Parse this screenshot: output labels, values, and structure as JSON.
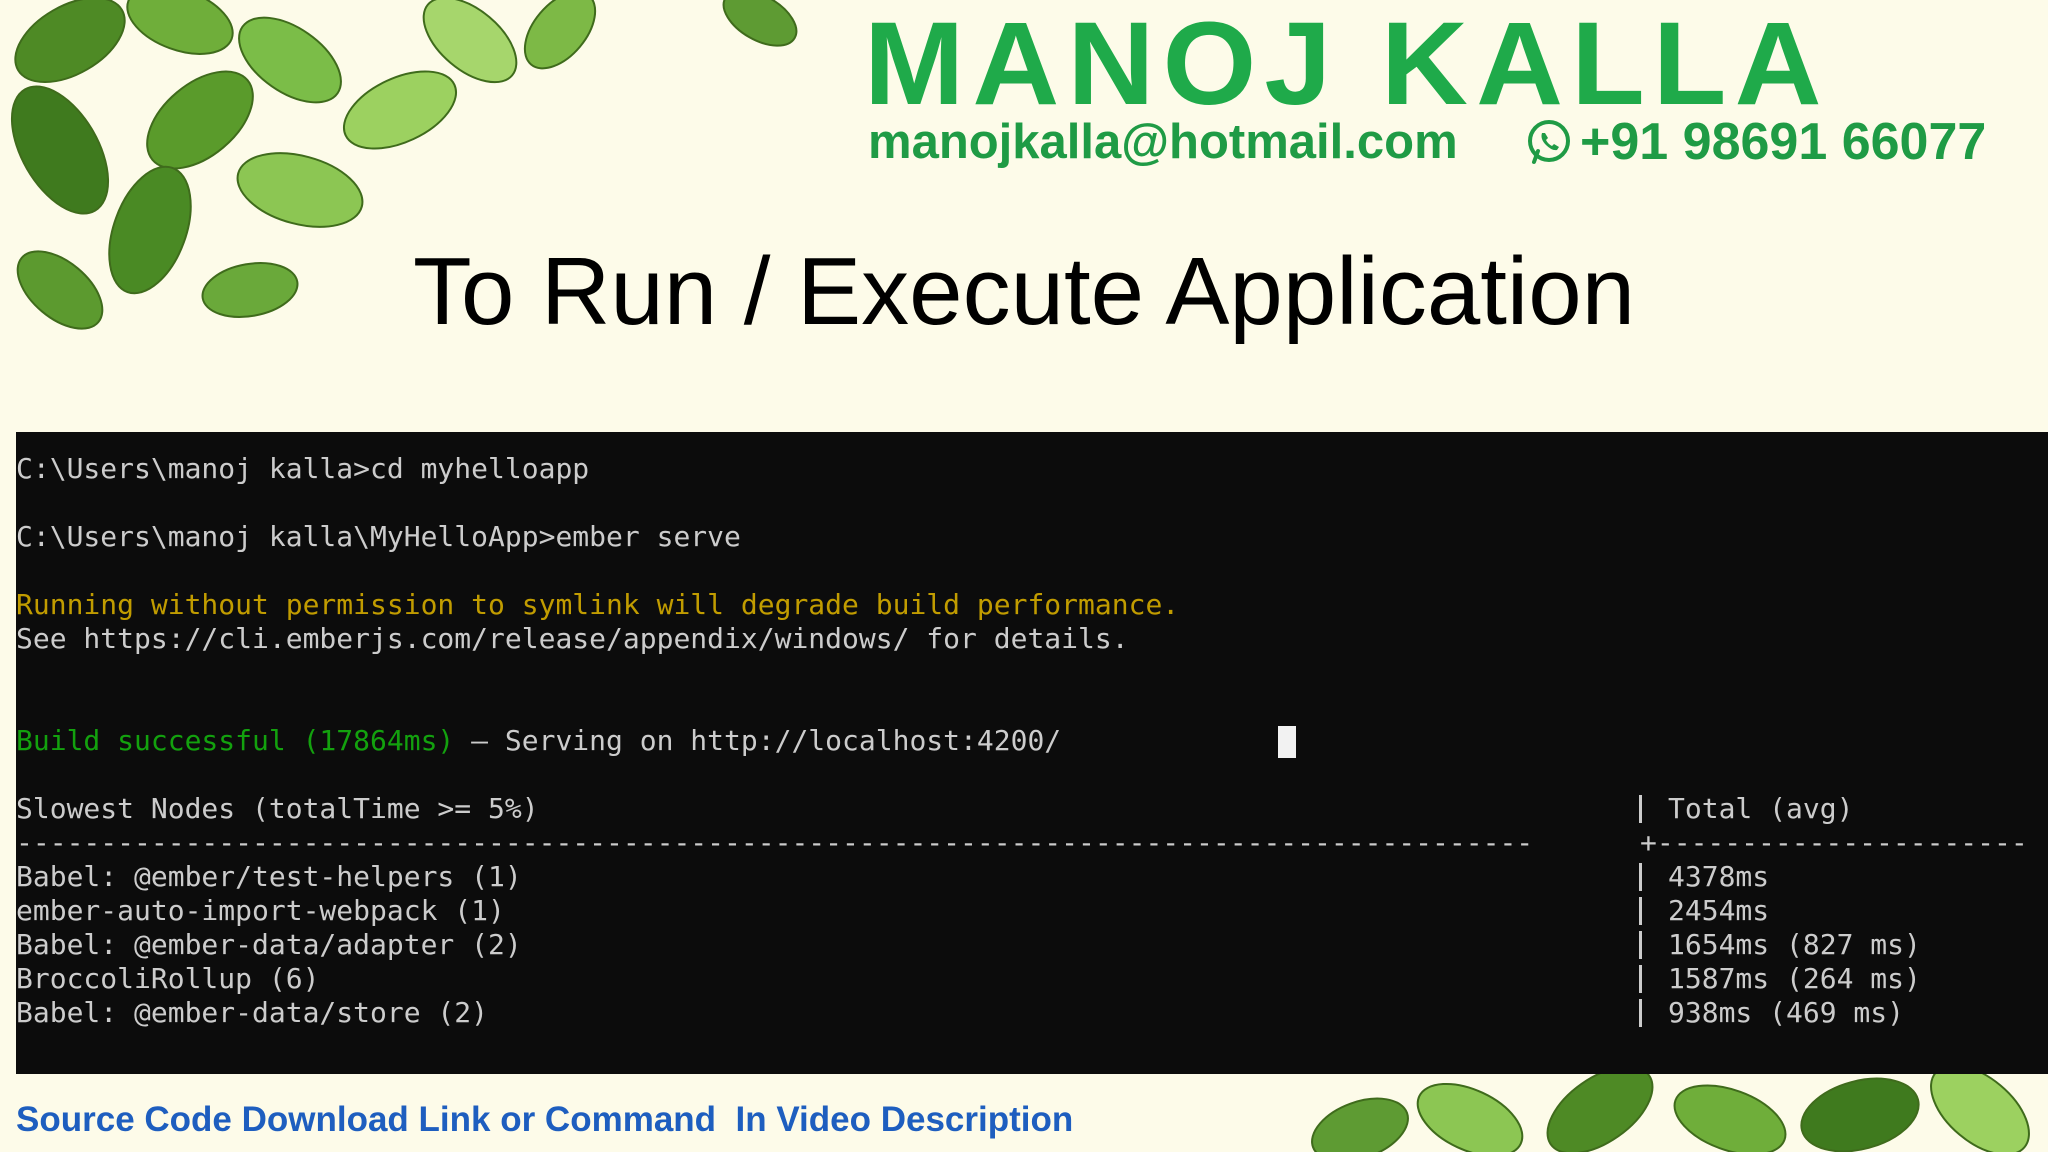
{
  "header": {
    "brand": "MANOJ KALLA",
    "email": "manojkalla@hotmail.com",
    "phone": "+91 98691 66077",
    "brand_color": "#1faa4a"
  },
  "slide": {
    "title": "To Run / Execute Application"
  },
  "terminal": {
    "cmd1": "C:\\Users\\manoj kalla>cd myhelloapp",
    "cmd2": "C:\\Users\\manoj kalla\\MyHelloApp>ember serve",
    "warning": "Running without permission to symlink will degrade build performance.",
    "see": "See https://cli.emberjs.com/release/appendix/windows/ for details.",
    "build_ok": "Build successful (17864ms)",
    "serving": " – Serving on http://localhost:4200/",
    "slowest_header": "Slowest Nodes (totalTime >= 5%)",
    "total_header": "Total (avg)",
    "separator_left": "------------------------------------------------------------------------------------------",
    "separator_right": "----------------------",
    "rows": [
      {
        "node": "Babel: @ember/test-helpers (1)",
        "total": "4378ms"
      },
      {
        "node": "ember-auto-import-webpack (1)",
        "total": "2454ms"
      },
      {
        "node": "Babel: @ember-data/adapter (2)",
        "total": "1654ms (827 ms)"
      },
      {
        "node": "BroccoliRollup (6)",
        "total": "1587ms (264 ms)"
      },
      {
        "node": "Babel: @ember-data/store (2)",
        "total": "938ms (469 ms)"
      }
    ],
    "colors": {
      "warning": "#c19c00",
      "success": "#13a10e",
      "text": "#cccccc",
      "background": "#0c0c0c"
    }
  },
  "footer": {
    "text": "Source Code Download Link or Command  In Video Description",
    "color": "#1e5ebf"
  },
  "icons": [
    "whatsapp-icon"
  ]
}
